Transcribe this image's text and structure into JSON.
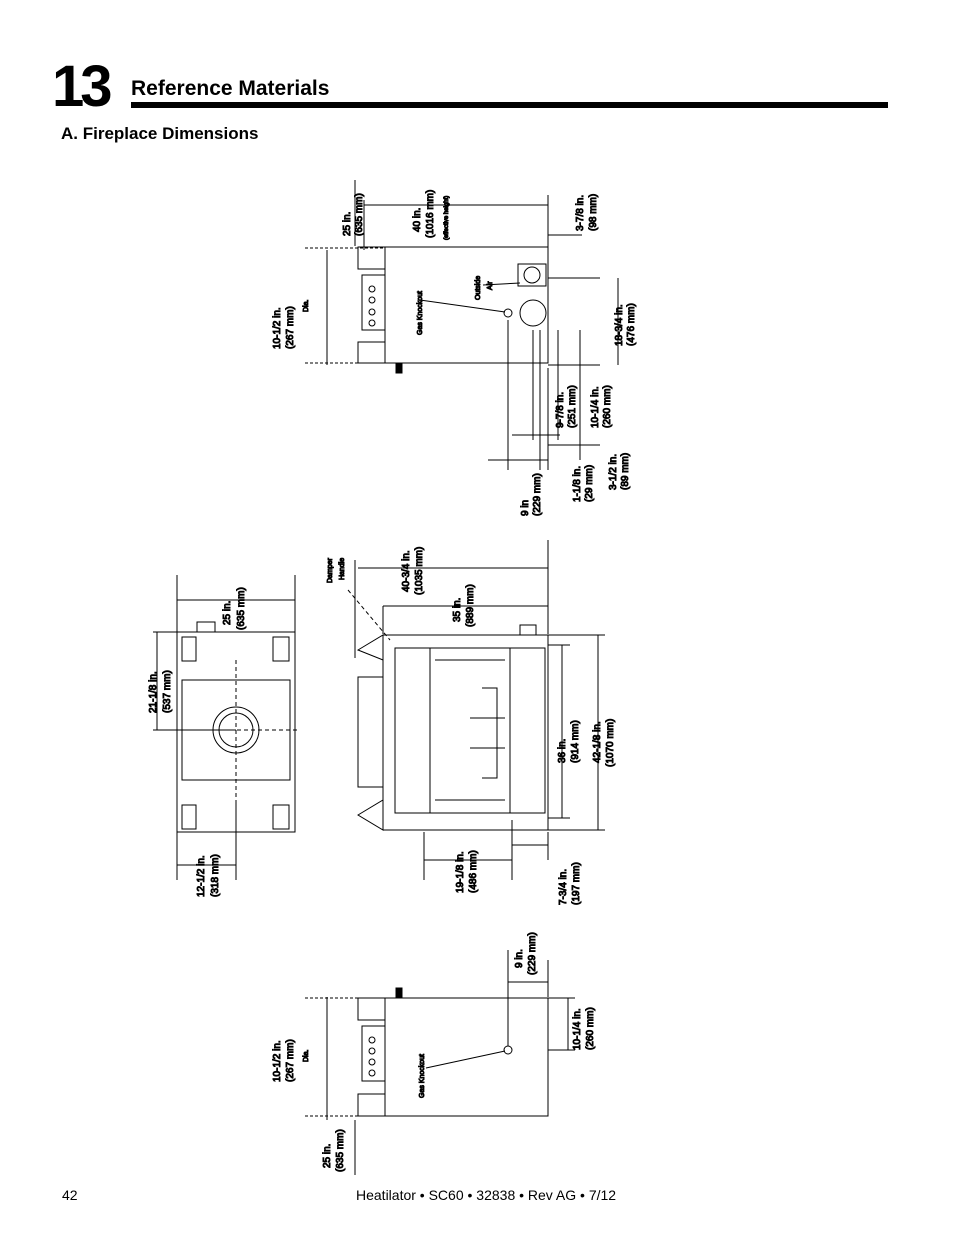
{
  "header": {
    "chapter_number": "13",
    "chapter_title": "Reference Materials"
  },
  "section": {
    "title": "A. Fireplace Dimensions"
  },
  "side_view_top": {
    "dim_depth_in": "25 in.",
    "dim_depth_mm": "(635 mm)",
    "dim_height_in": "40 in.",
    "dim_height_mm": "(1016 mm)",
    "dim_height_note": "(effective height)",
    "dim_offset_in": "3-7/8 in.",
    "dim_offset_mm": "(98 mm)",
    "dim_collar_in": "10-1/2 in.",
    "dim_collar_mm": "(267 mm)",
    "dim_collar_note": "Dia.",
    "label_gas": "Gas Knockout",
    "label_air_1": "Outside",
    "label_air_2": "Air",
    "dim_air_in": "18-3/4 in.",
    "dim_air_mm": "(476 mm)",
    "dim_a_in": "9-7/8 in.",
    "dim_a_mm": "(251 mm)",
    "dim_b_in": "10-1/4 in.",
    "dim_b_mm": "(260 mm)",
    "dim_c_in": "1-1/8 in.",
    "dim_c_mm": "(29 mm)",
    "dim_d_in": "3-1/2 in.",
    "dim_d_mm": "(89 mm)",
    "dim_e_in": "9 in",
    "dim_e_mm": "(229 mm)"
  },
  "top_view": {
    "dim_width_in": "25 in.",
    "dim_width_mm": "(635 mm)",
    "dim_center_in": "21-1/8 in.",
    "dim_center_mm": "(537 mm)",
    "dim_half_in": "12-1/2 in.",
    "dim_half_mm": "(318 mm)"
  },
  "front_view": {
    "label_damper_1": "Damper",
    "label_damper_2": "Handle",
    "dim_total_in": "40-3/4 in.",
    "dim_total_mm": "(1035 mm)",
    "dim_body_in": "35 in.",
    "dim_body_mm": "(889 mm)",
    "dim_open_in": "36 in.",
    "dim_open_mm": "(914 mm)",
    "dim_height_in": "42-1/8 in.",
    "dim_height_mm": "(1070 mm)",
    "dim_half_in": "19-1/8 in.",
    "dim_half_mm": "(486 mm)",
    "dim_edge_in": "7-3/4 in.",
    "dim_edge_mm": "(197 mm)"
  },
  "side_view_bottom": {
    "dim_e_in": "9 in.",
    "dim_e_mm": "(229 mm)",
    "dim_collar_in": "10-1/2 in.",
    "dim_collar_mm": "(267 mm)",
    "dim_collar_note": "Dia.",
    "label_gas": "Gas Knockout",
    "dim_b_in": "10-1/4 in.",
    "dim_b_mm": "(260 mm)",
    "dim_depth_in": "25 in.",
    "dim_depth_mm": "(635 mm)"
  },
  "footer": {
    "page_number": "42",
    "doc_info": "Heatilator • SC60 • 32838 • Rev AG • 7/12"
  }
}
